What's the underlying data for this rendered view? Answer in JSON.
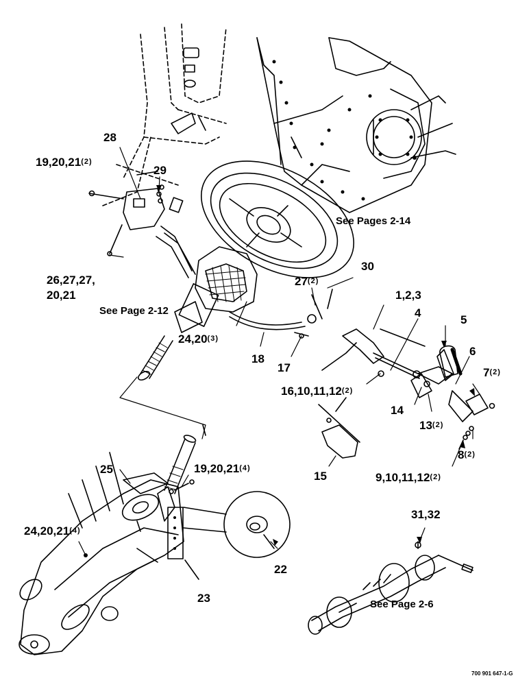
{
  "diagram": {
    "callouts": [
      {
        "id": "c28",
        "text": "28"
      },
      {
        "id": "c19a",
        "text": "19,20,21",
        "qty": "(2)"
      },
      {
        "id": "c29",
        "text": "29"
      },
      {
        "id": "c26a",
        "text": "26,27,27,"
      },
      {
        "id": "c26b",
        "text": "20,21"
      },
      {
        "id": "c30",
        "text": "30"
      },
      {
        "id": "c27",
        "text": "27",
        "qty": "(2)"
      },
      {
        "id": "c123",
        "text": "1,2,3"
      },
      {
        "id": "c4",
        "text": "4"
      },
      {
        "id": "c5",
        "text": "5"
      },
      {
        "id": "c6",
        "text": "6"
      },
      {
        "id": "c7",
        "text": "7",
        "qty": "(2)"
      },
      {
        "id": "c24a",
        "text": "24,20",
        "qty": "(3)"
      },
      {
        "id": "c18",
        "text": "18"
      },
      {
        "id": "c17",
        "text": "17"
      },
      {
        "id": "c16",
        "text": "16,10,11,12",
        "qty": "(2)"
      },
      {
        "id": "c14",
        "text": "14"
      },
      {
        "id": "c13",
        "text": "13",
        "qty": "(2)"
      },
      {
        "id": "c8",
        "text": "8",
        "qty": "(2)"
      },
      {
        "id": "c15",
        "text": "15"
      },
      {
        "id": "c9",
        "text": "9,10,11,12",
        "qty": "(2)"
      },
      {
        "id": "c25",
        "text": "25"
      },
      {
        "id": "c19b",
        "text": "19,20,21",
        "qty": "(4)"
      },
      {
        "id": "c24b",
        "text": "24,20,21",
        "qty": "(4)"
      },
      {
        "id": "c22",
        "text": "22"
      },
      {
        "id": "c23",
        "text": "23"
      },
      {
        "id": "c31",
        "text": "31,32"
      }
    ],
    "notes": {
      "pages_2_14": "See Pages 2-14",
      "page_2_12": "See Page 2-12",
      "page_2_6": "See Page 2-6"
    },
    "figure_code": "700 901 647-1-G"
  }
}
